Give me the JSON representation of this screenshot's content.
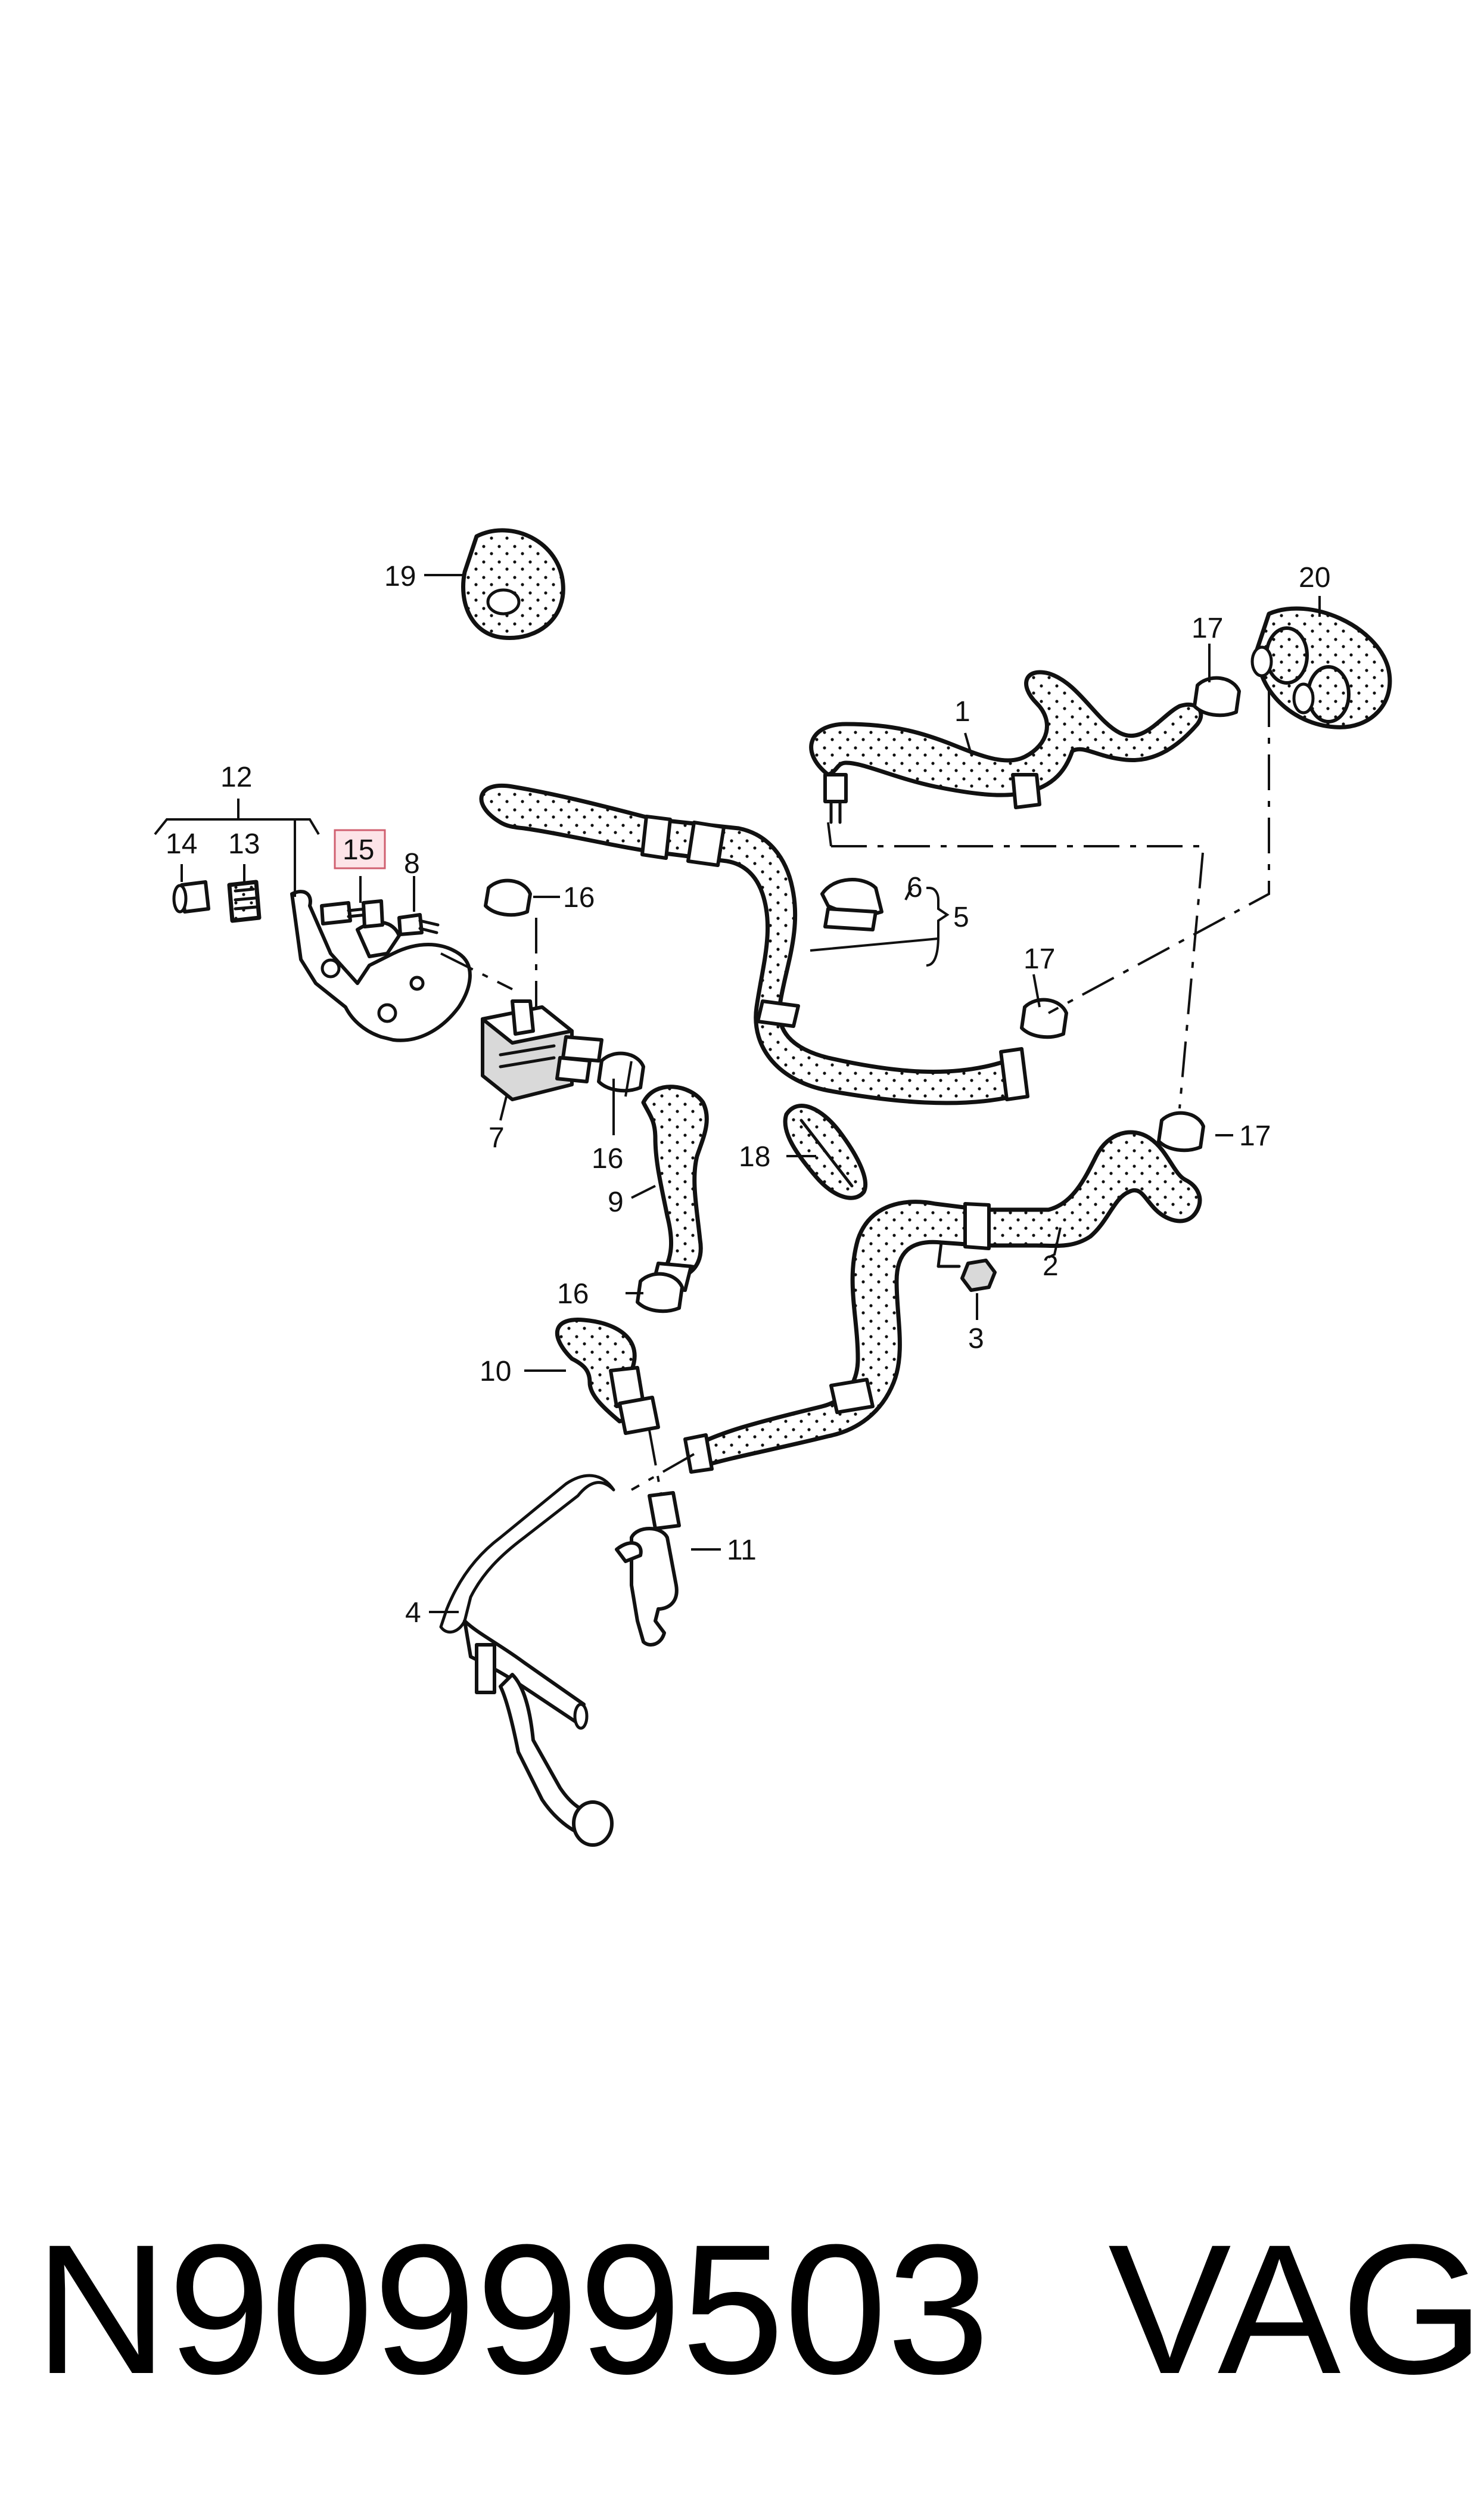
{
  "callouts": {
    "c1": "1",
    "c2": "2",
    "c3": "3",
    "c4": "4",
    "c5": "5",
    "c6": "6",
    "c7": "7",
    "c8": "8",
    "c9": "9",
    "c10": "10",
    "c11": "11",
    "c12": "12",
    "c13": "13",
    "c14": "14",
    "c15": "15",
    "c16a": "16",
    "c16b": "16",
    "c16c": "16",
    "c17a": "17",
    "c17b": "17",
    "c17c": "17",
    "c18": "18",
    "c19": "19",
    "c20": "20"
  },
  "highlighted_callout": "15",
  "colors": {
    "highlight_fill": "#fde4e8",
    "highlight_stroke": "#d06070",
    "line": "#111111"
  },
  "footer": {
    "part_number": "N90999503",
    "brand": "VAG"
  }
}
